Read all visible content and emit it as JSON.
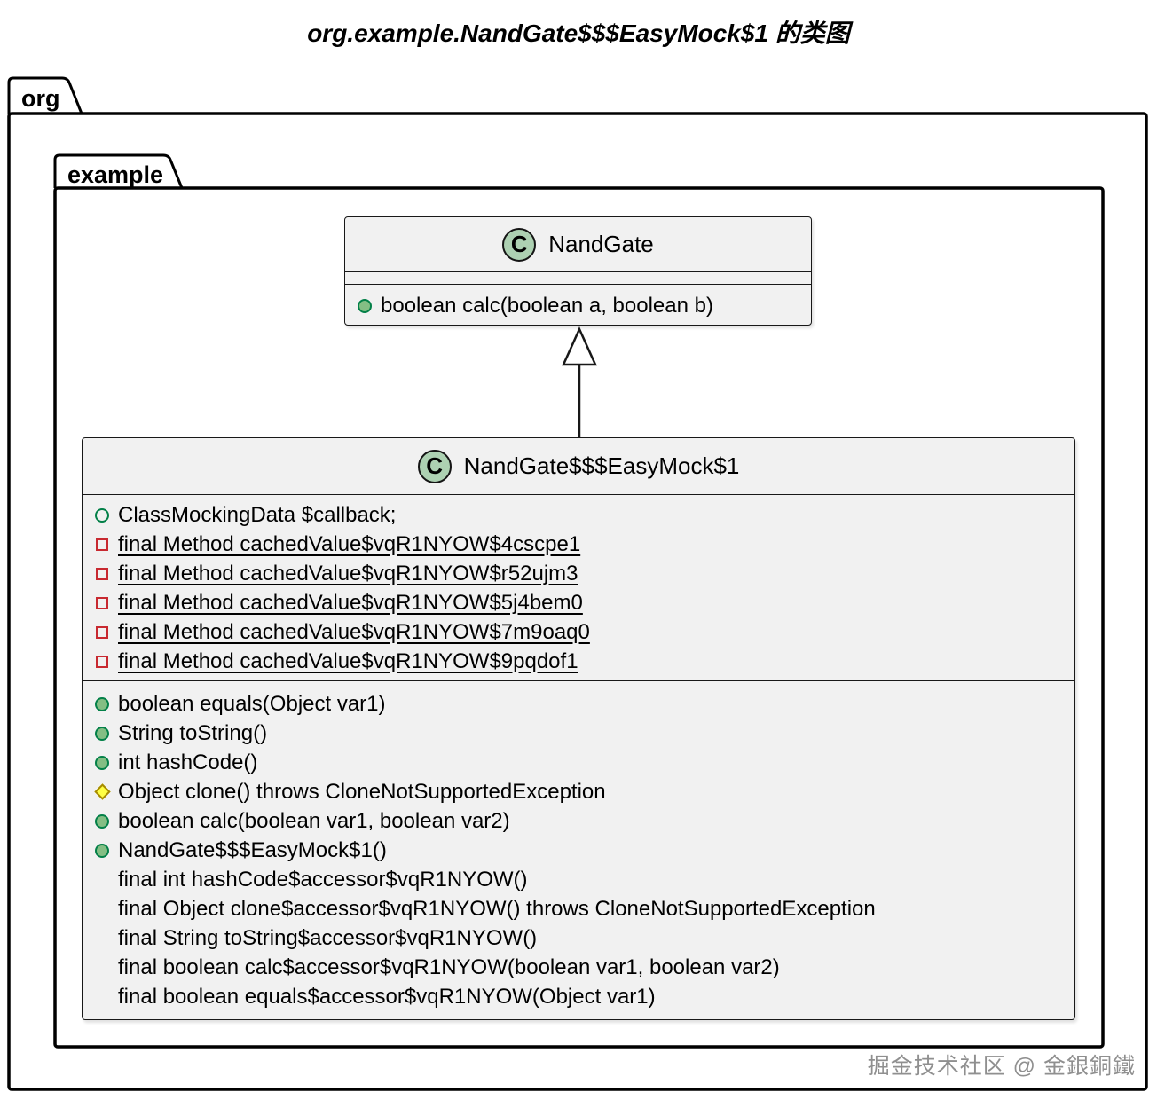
{
  "title": "org.example.NandGate$$$EasyMock$1 的类图",
  "packages": {
    "outer_label": "org",
    "inner_label": "example"
  },
  "parent_class": {
    "badge": "C",
    "name": "NandGate",
    "fields": [],
    "methods": [
      {
        "icon": "public-method",
        "text": "boolean calc(boolean a, boolean b)",
        "static": false
      }
    ]
  },
  "relation": "inheritance-arrow-child-extends-parent",
  "child_class": {
    "badge": "C",
    "name": "NandGate$$$EasyMock$1",
    "fields": [
      {
        "icon": "package-field",
        "text": "ClassMockingData $callback;",
        "static": false
      },
      {
        "icon": "private-field",
        "text": "final Method cachedValue$vqR1NYOW$4cscpe1",
        "static": true
      },
      {
        "icon": "private-field",
        "text": "final Method cachedValue$vqR1NYOW$r52ujm3",
        "static": true
      },
      {
        "icon": "private-field",
        "text": "final Method cachedValue$vqR1NYOW$5j4bem0",
        "static": true
      },
      {
        "icon": "private-field",
        "text": "final Method cachedValue$vqR1NYOW$7m9oaq0",
        "static": true
      },
      {
        "icon": "private-field",
        "text": "final Method cachedValue$vqR1NYOW$9pqdof1",
        "static": true
      }
    ],
    "methods": [
      {
        "icon": "public-method",
        "text": "boolean equals(Object var1)",
        "static": false
      },
      {
        "icon": "public-method",
        "text": "String toString()",
        "static": false
      },
      {
        "icon": "public-method",
        "text": "int hashCode()",
        "static": false
      },
      {
        "icon": "protected-method",
        "text": "Object clone() throws CloneNotSupportedException",
        "static": false
      },
      {
        "icon": "public-method",
        "text": "boolean calc(boolean var1, boolean var2)",
        "static": false
      },
      {
        "icon": "public-method",
        "text": "NandGate$$$EasyMock$1()",
        "static": false
      },
      {
        "icon": "none",
        "text": "final int hashCode$accessor$vqR1NYOW()",
        "static": false
      },
      {
        "icon": "none",
        "text": "final Object clone$accessor$vqR1NYOW() throws CloneNotSupportedException",
        "static": false
      },
      {
        "icon": "none",
        "text": "final String toString$accessor$vqR1NYOW()",
        "static": false
      },
      {
        "icon": "none",
        "text": "final boolean calc$accessor$vqR1NYOW(boolean var1, boolean var2)",
        "static": false
      },
      {
        "icon": "none",
        "text": "final boolean equals$accessor$vqR1NYOW(Object var1)",
        "static": false
      }
    ]
  },
  "watermark": "掘金技术社区 @ 金銀銅鐵",
  "colors": {
    "class_badge_fill": "#ADD1B2",
    "public_green": "#84BE84",
    "green_border": "#038048",
    "private_red": "#C82930",
    "protected_yellow": "#FFFF44",
    "protected_border": "#A68B00",
    "box_fill": "#F1F1F1",
    "line": "#181818"
  }
}
